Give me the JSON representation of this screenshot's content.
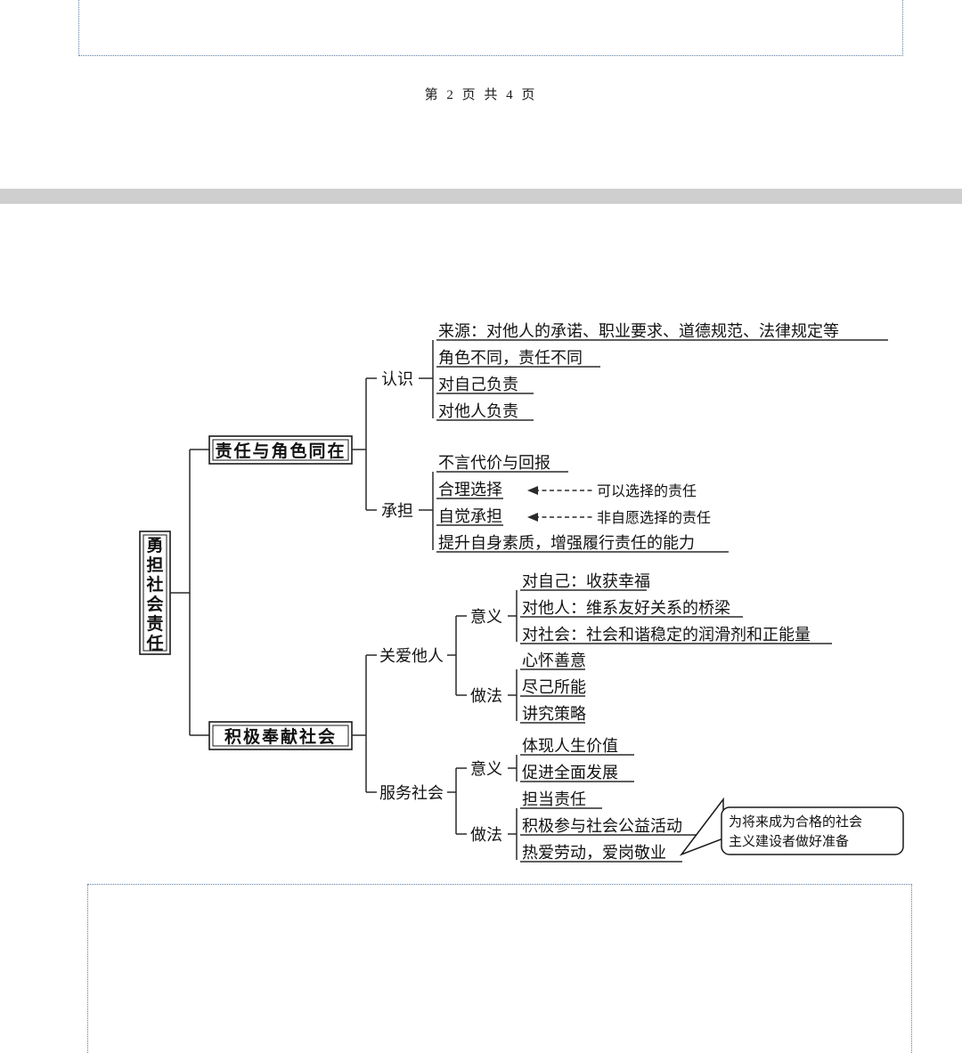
{
  "page": {
    "footer": "第 2 页 共 4 页",
    "separator_color": "#cfcfcf",
    "frame_border_color": "#5b7fa6"
  },
  "mindmap": {
    "root": {
      "label": "勇担社会责任",
      "chars": [
        "勇",
        "担",
        "社",
        "会",
        "责",
        "任"
      ]
    },
    "branches": [
      {
        "label": "责任与角色同在",
        "groups": [
          {
            "label": "认识",
            "items": [
              "来源：对他人的承诺、职业要求、道德规范、法律规定等",
              "角色不同，责任不同",
              "对自己负责",
              "对他人负责"
            ]
          },
          {
            "label": "承担",
            "items": [
              "不言代价与回报",
              "合理选择",
              "自觉承担",
              "提升自身素质，增强履行责任的能力"
            ],
            "annotations": [
              {
                "for_item": 1,
                "text": "可以选择的责任"
              },
              {
                "for_item": 2,
                "text": "非自愿选择的责任"
              }
            ]
          }
        ]
      },
      {
        "label": "积极奉献社会",
        "subnodes": [
          {
            "label": "关爱他人",
            "groups": [
              {
                "label": "意义",
                "items": [
                  "对自己：收获幸福",
                  "对他人：维系友好关系的桥梁",
                  "对社会：社会和谐稳定的润滑剂和正能量"
                ]
              },
              {
                "label": "做法",
                "items": [
                  "心怀善意",
                  "尽己所能",
                  "讲究策略"
                ]
              }
            ]
          },
          {
            "label": "服务社会",
            "groups": [
              {
                "label": "意义",
                "items": [
                  "体现人生价值",
                  "促进全面发展"
                ]
              },
              {
                "label": "做法",
                "items": [
                  "担当责任",
                  "积极参与社会公益活动",
                  "热爱劳动，爱岗敬业"
                ]
              }
            ]
          }
        ]
      }
    ],
    "callout": {
      "line1": "为将来成为合格的社会",
      "line2": "主义建设者做好准备"
    }
  }
}
